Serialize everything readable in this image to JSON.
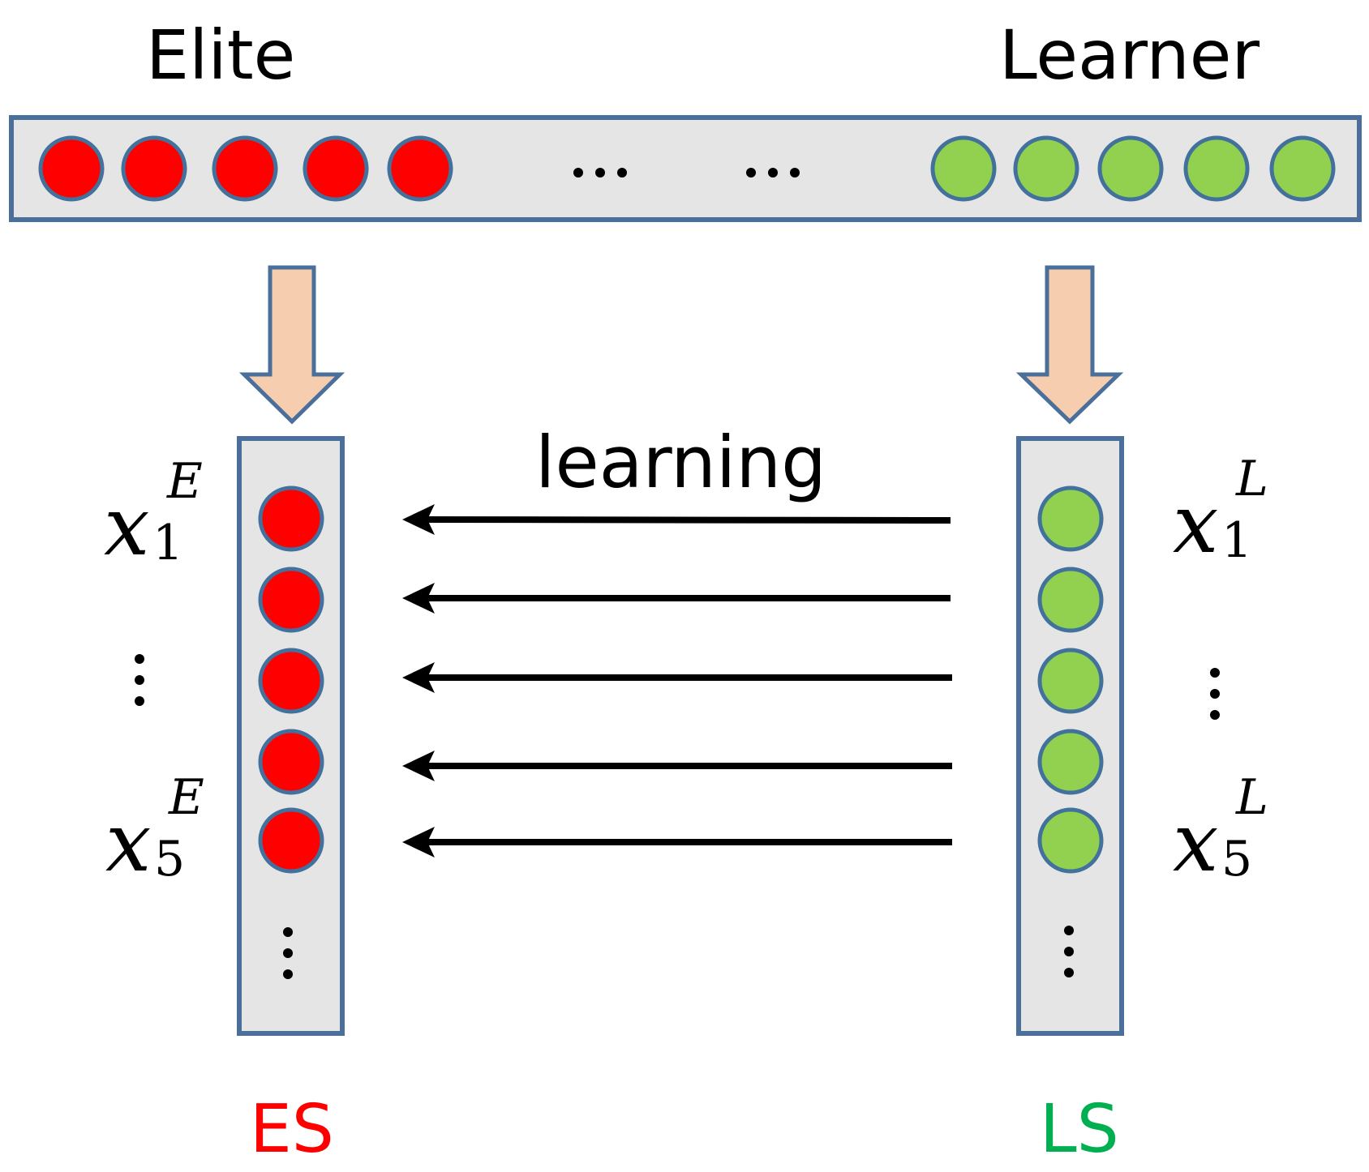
{
  "labels": {
    "elite": "Elite",
    "learner": "Learner",
    "learning": "learning",
    "es": "ES",
    "ls": "LS"
  },
  "variables": {
    "x1E": {
      "base": "x",
      "sub": "1",
      "sup": "E"
    },
    "x5E": {
      "base": "x",
      "sub": "5",
      "sup": "E"
    },
    "x1L": {
      "base": "x",
      "sub": "1",
      "sup": "L"
    },
    "x5L": {
      "base": "x",
      "sub": "5",
      "sup": "L"
    }
  },
  "colors": {
    "elite_fill": "#ff0000",
    "learner_fill": "#92d050",
    "node_stroke": "#41719c",
    "box_fill": "#e5e5e5",
    "box_stroke": "#4a6f9b",
    "arrow_fill": "#f7cdaf",
    "es_text": "#ff0000",
    "ls_text": "#00b050"
  }
}
